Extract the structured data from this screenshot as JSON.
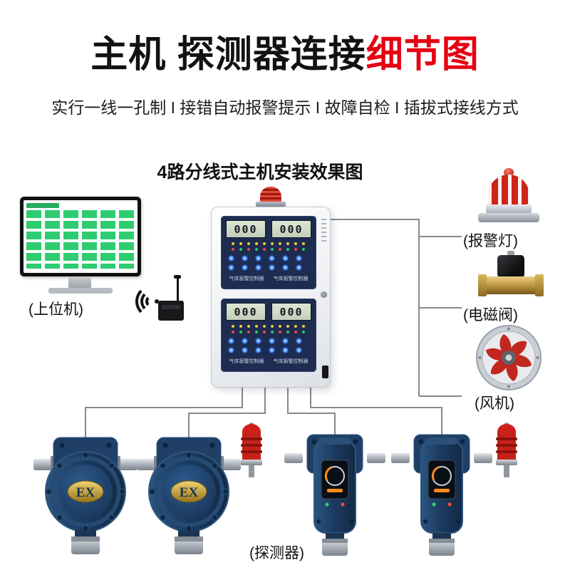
{
  "header": {
    "title_main": "主机 探测器连接",
    "title_highlight": "细节图",
    "subtitle": "实行一线一孔制 I 接错自动报警提示 I 故障自检 I 插拔式接线方式",
    "section_title": "4路分线式主机安装效果图"
  },
  "labels": {
    "host_computer": "(上位机)",
    "alarm_light": "(报警灯)",
    "solenoid_valve": "(电磁阀)",
    "fan": "(风机)",
    "detector": "(探测器)"
  },
  "controller": {
    "display_value": "000",
    "panel_label": "气体报警控制器"
  },
  "detector_badge": "EX",
  "colors": {
    "accent_red": "#e60012",
    "monitor_green": "#2ecc71",
    "controller_panel_navy": "#1d2c50",
    "detector_navy": "#1b3a5f",
    "beacon_red": "#cf2418",
    "brass_gold": "#b8913a",
    "fan_red": "#c2271f",
    "lcd_green": "#cfd8c6",
    "wire_gray": "#85898f"
  },
  "icons": {
    "wifi_signal": "wifi-signal-icon",
    "antenna": "antenna-icon",
    "alarm_beacon": "alarm-beacon-icon"
  }
}
